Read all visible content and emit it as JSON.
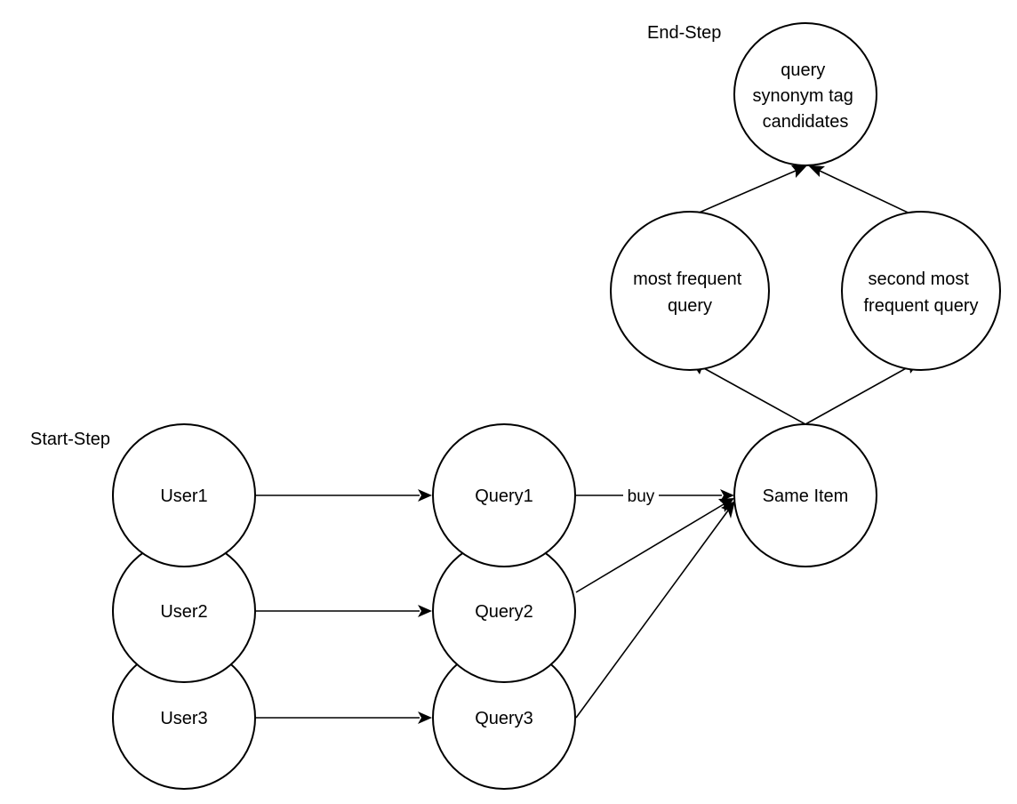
{
  "labels": {
    "start_step": "Start-Step",
    "end_step": "End-Step"
  },
  "nodes": {
    "user1": "User1",
    "user2": "User2",
    "user3": "User3",
    "query1": "Query1",
    "query2": "Query2",
    "query3": "Query3",
    "same_item": "Same Item",
    "most_frequent": [
      "most frequent",
      "query"
    ],
    "second_most_frequent": [
      "second most",
      "frequent query"
    ],
    "synonym_candidates": [
      "query",
      "synonym tag",
      "candidates"
    ]
  },
  "edges": {
    "buy_label": "buy"
  },
  "colors": {
    "stroke": "#000000",
    "fill": "#ffffff",
    "background": "#ffffff"
  }
}
